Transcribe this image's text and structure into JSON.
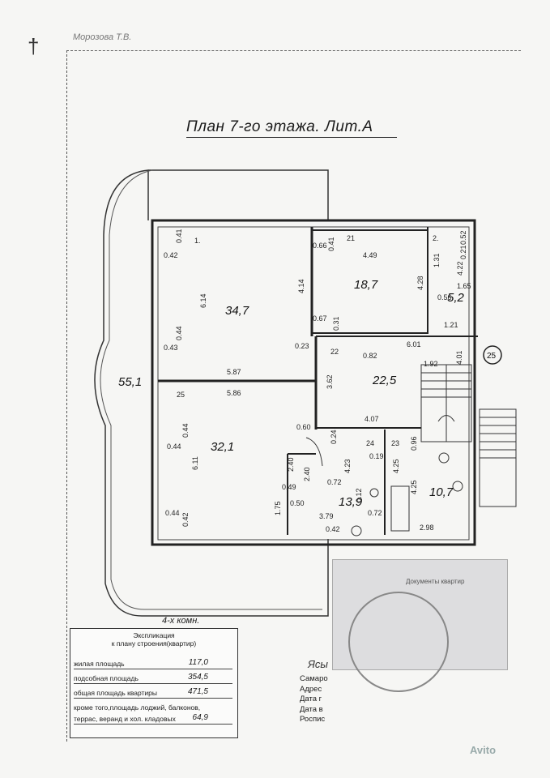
{
  "header_scribble": "Морозова Т.В.",
  "corner_mark": "†",
  "title": "План 7-го этажа. Лит.А",
  "total_label": "55,1",
  "rooms": [
    {
      "id": "room-1",
      "num": "1.",
      "area": "34,7"
    },
    {
      "id": "room-21",
      "num": "21",
      "area": "18,7"
    },
    {
      "id": "room-2",
      "num": "2.",
      "area": "5,2"
    },
    {
      "id": "room-22",
      "num": "22",
      "area": "22,5"
    },
    {
      "id": "room-25",
      "num": "25",
      "area": "32,1"
    },
    {
      "id": "room-24",
      "num": "24",
      "area": "13,9"
    },
    {
      "id": "room-23",
      "num": "23",
      "area": "10,7"
    }
  ],
  "circled_number": "25",
  "dimensions": [
    "0.41",
    "0.42",
    "6.14",
    "4.14",
    "0.66",
    "0.41",
    "4.49",
    "4.28",
    "0.52",
    "0.21",
    "1.31",
    "4.22",
    "1.65",
    "0.56",
    "0.67",
    "0.31",
    "1.21",
    "0.44",
    "0.43",
    "0.23",
    "0.82",
    "6.01",
    "1.92",
    "4.01",
    "5.87",
    "5.86",
    "3.62",
    "4.07",
    "0.44",
    "0.44",
    "6.11",
    "0.60",
    "0.24",
    "0.96",
    "2.40",
    "2.40",
    "4.23",
    "0.19",
    "4.25",
    "4.25",
    "0.49",
    "0.72",
    "0.12",
    "0.72",
    "1.75",
    "0.50",
    "3.79",
    "0.42",
    "2.98",
    "0.44",
    "0.42"
  ],
  "rooms_count_label": "4-х комн.",
  "explication": {
    "heading": "Экспликация",
    "subheading": "к плану строения(квартир)",
    "rows": [
      {
        "label": "жилая площадь",
        "value": "117,0"
      },
      {
        "label": "подсобная площадь",
        "value": "354,5"
      },
      {
        "label": "общая площадь квартиры",
        "value": "471,5"
      },
      {
        "label": "кроме того,площадь лоджий, балконов,",
        "value": ""
      },
      {
        "label": "террас, веранд и хол. кладовых",
        "value": "64,9"
      }
    ]
  },
  "stamp_text": "Документы квартир",
  "form_lines": [
    "Самаро",
    "Адрес",
    "Дата г",
    "Дата в",
    "Роспис"
  ],
  "signature": "Ясы",
  "watermark": "Avito"
}
